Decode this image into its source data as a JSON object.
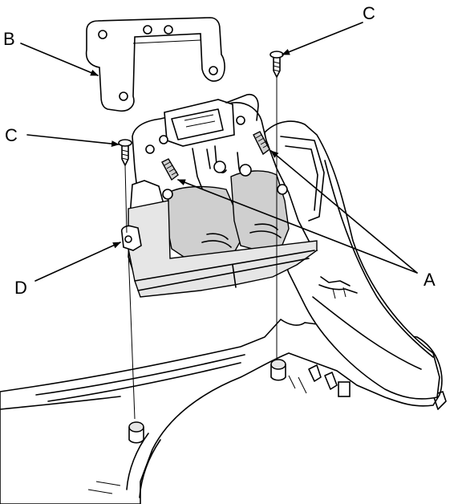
{
  "labels": {
    "a": "A",
    "b": "B",
    "c_top": "C",
    "c_left": "C",
    "d": "D"
  }
}
